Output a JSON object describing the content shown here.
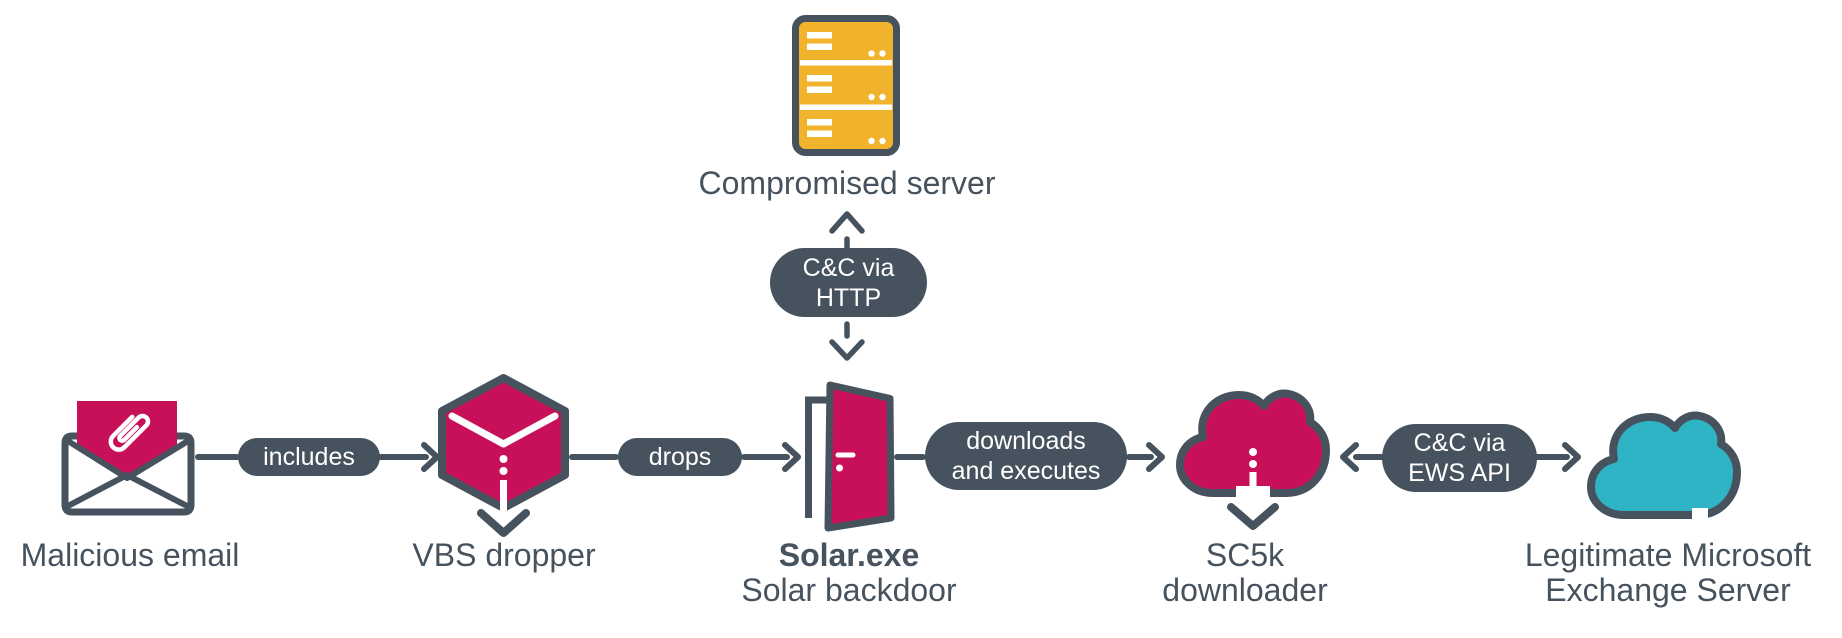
{
  "colors": {
    "slate": "#46535E",
    "magenta": "#C8105A",
    "amber": "#F0B32B",
    "teal": "#2EB4C4",
    "background": "#FFFFFF",
    "pill_text": "#FFFFFF"
  },
  "nodes": {
    "compromised_server": {
      "label": "Compromised server",
      "icon": "server-icon"
    },
    "malicious_email": {
      "label": "Malicious email",
      "icon": "email-attachment-icon"
    },
    "vbs_dropper": {
      "label": "VBS dropper",
      "icon": "dropper-cube-icon"
    },
    "solar_backdoor": {
      "name": "Solar.exe",
      "label": "Solar backdoor",
      "icon": "open-door-icon"
    },
    "sc5k_downloader": {
      "label_line1": "SC5k",
      "label_line2": "downloader",
      "icon": "download-cloud-icon"
    },
    "exchange_server": {
      "label_line1": "Legitimate Microsoft",
      "label_line2": "Exchange Server",
      "icon": "cloud-icon"
    }
  },
  "edges": {
    "includes": {
      "label": "includes"
    },
    "drops": {
      "label": "drops"
    },
    "downloads_executes": {
      "line1": "downloads",
      "line2": "and executes"
    },
    "cc_http": {
      "line1": "C&C via",
      "line2": "HTTP"
    },
    "cc_ews": {
      "line1": "C&C via",
      "line2": "EWS API"
    }
  }
}
